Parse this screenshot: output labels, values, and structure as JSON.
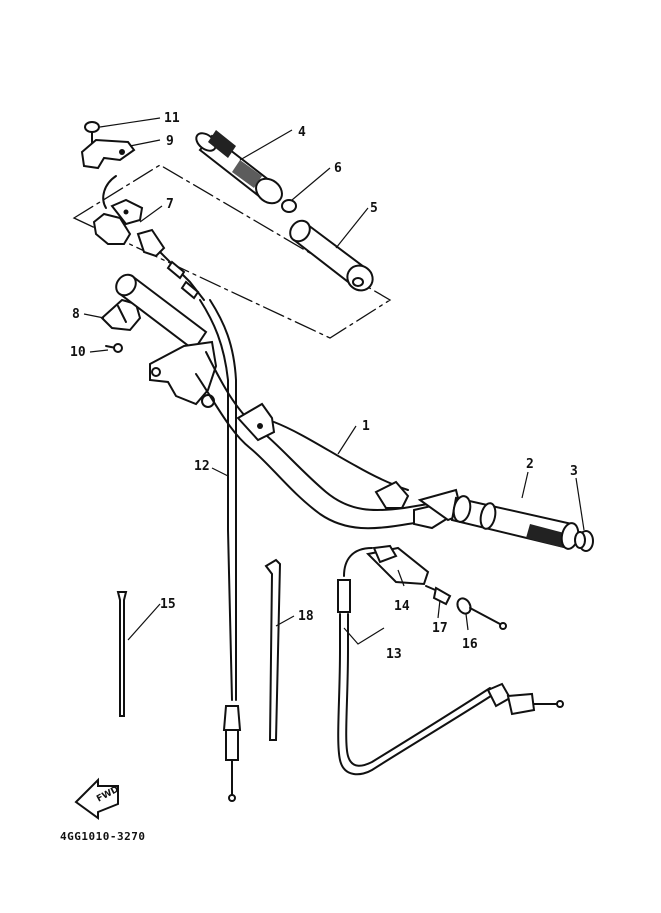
{
  "diagram": {
    "part_code": "4GG1010-3270",
    "direction_badge": "FWD",
    "callouts": [
      {
        "id": "c1",
        "label": "1"
      },
      {
        "id": "c2",
        "label": "2"
      },
      {
        "id": "c3",
        "label": "3"
      },
      {
        "id": "c4",
        "label": "4"
      },
      {
        "id": "c5",
        "label": "5"
      },
      {
        "id": "c6",
        "label": "6"
      },
      {
        "id": "c7",
        "label": "7"
      },
      {
        "id": "c8",
        "label": "8"
      },
      {
        "id": "c9",
        "label": "9"
      },
      {
        "id": "c10",
        "label": "10"
      },
      {
        "id": "c11",
        "label": "11"
      },
      {
        "id": "c12",
        "label": "12"
      },
      {
        "id": "c13",
        "label": "13"
      },
      {
        "id": "c14",
        "label": "14"
      },
      {
        "id": "c15",
        "label": "15"
      },
      {
        "id": "c16",
        "label": "16"
      },
      {
        "id": "c17",
        "label": "17"
      },
      {
        "id": "c18",
        "label": "18"
      }
    ]
  }
}
